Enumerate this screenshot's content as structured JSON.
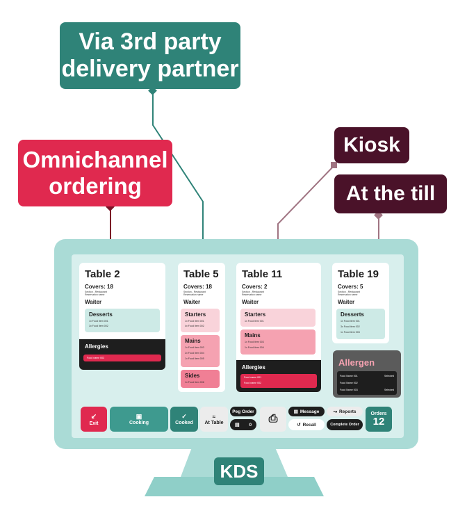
{
  "callouts": {
    "delivery": "Via 3rd party delivery partner",
    "omnichannel": "Omnichannel ordering",
    "kiosk": "Kiosk",
    "till": "At the till"
  },
  "monitor_label": "KDS",
  "cards": [
    {
      "table": "Table 2",
      "covers": "Covers: 18",
      "meta1": "Section - Restaurant",
      "meta2": "Reservation name",
      "waiter": "Waiter",
      "sections": [
        {
          "title": "Desserts",
          "items": [
            "1x Food item 001",
            "3x Food item 002"
          ]
        }
      ],
      "allergies": {
        "title": "Allergies",
        "items": [
          "Food name 003"
        ]
      }
    },
    {
      "table": "Table 5",
      "covers": "Covers: 18",
      "meta1": "Section - Restaurant",
      "meta2": "Reservation name",
      "waiter": "Waiter",
      "sections": [
        {
          "title": "Starters",
          "items": [
            "1x Food item 001",
            "4x Food item 002"
          ]
        },
        {
          "title": "Mains",
          "items": [
            "1x Food item 003",
            "2x Food item 004",
            "1x Food item 005"
          ]
        },
        {
          "title": "Sides",
          "items": [
            "1x Food item 006"
          ]
        }
      ]
    },
    {
      "table": "Table 11",
      "covers": "Covers: 2",
      "meta1": "Section - Restaurant",
      "meta2": "Reservation name",
      "waiter": "Waiter",
      "sections": [
        {
          "title": "Starters",
          "items": [
            "1x Food item 001"
          ]
        },
        {
          "title": "Mains",
          "items": [
            "1x Food item 003",
            "1x Food item 004"
          ]
        }
      ],
      "allergies": {
        "title": "Allergies",
        "items": [
          "Food name 001",
          "Food name 002"
        ]
      }
    },
    {
      "table": "Table 19",
      "covers": "Covers: 5",
      "meta1": "Section - Restaurant",
      "meta2": "Reservation name",
      "waiter": "Waiter",
      "sections": [
        {
          "title": "Desserts",
          "items": [
            "1x Food item 001",
            "3x Food item 002",
            "1x Food item 003"
          ]
        }
      ]
    }
  ],
  "allergen_panel": {
    "title": "Allergen",
    "rows": [
      {
        "name": "Food Name 001",
        "status": "Selected"
      },
      {
        "name": "Food Name 002",
        "status": ""
      },
      {
        "name": "Food Name 003",
        "status": "Selected"
      }
    ]
  },
  "toolbar": {
    "exit": "Exit",
    "cooking": "Cooking",
    "cooked": "Cooked",
    "at_table": "At Table",
    "peg_order": "Peg Order",
    "peg_count": "0",
    "message": "Message",
    "reports": "Reports",
    "recall": "Recall",
    "complete_order": "Complete Order",
    "orders_label": "Orders",
    "orders_count": "12"
  },
  "colors": {
    "teal": "#2f8378",
    "red": "#e0294f",
    "plum": "#4a1229",
    "monitor": "#aadbd6",
    "screen": "#d8efed"
  }
}
